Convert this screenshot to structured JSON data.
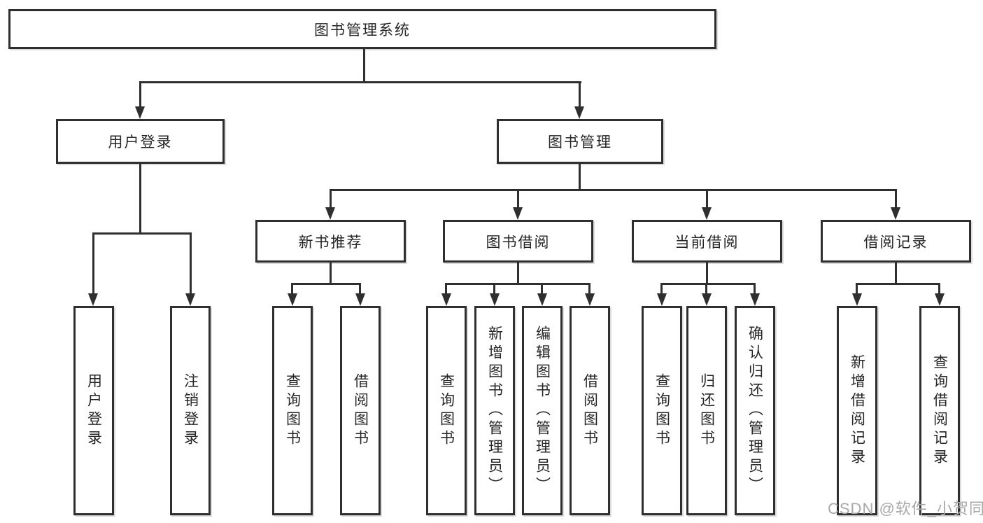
{
  "diagram": {
    "root": "图书管理系统",
    "branches": [
      {
        "label": "用户登录",
        "children": [
          "用户登录",
          "注销登录"
        ]
      },
      {
        "label": "图书管理",
        "groups": [
          {
            "label": "新书推荐",
            "children": [
              "查询图书",
              "借阅图书"
            ]
          },
          {
            "label": "图书借阅",
            "children": [
              "查询图书",
              "新增图书（管理员）",
              "编辑图书（管理员）",
              "借阅图书"
            ]
          },
          {
            "label": "当前借阅",
            "children": [
              "查询图书",
              "归还图书",
              "确认归还（管理员）"
            ]
          },
          {
            "label": "借阅记录",
            "children": [
              "新增借阅记录",
              "查询借阅记录"
            ]
          }
        ]
      }
    ]
  },
  "watermark": "CSDN @软件_小贺同学",
  "colors": {
    "line": "#2f2f2f",
    "text": "#262626",
    "watermark": "#a8a8a8",
    "background": "#ffffff"
  }
}
